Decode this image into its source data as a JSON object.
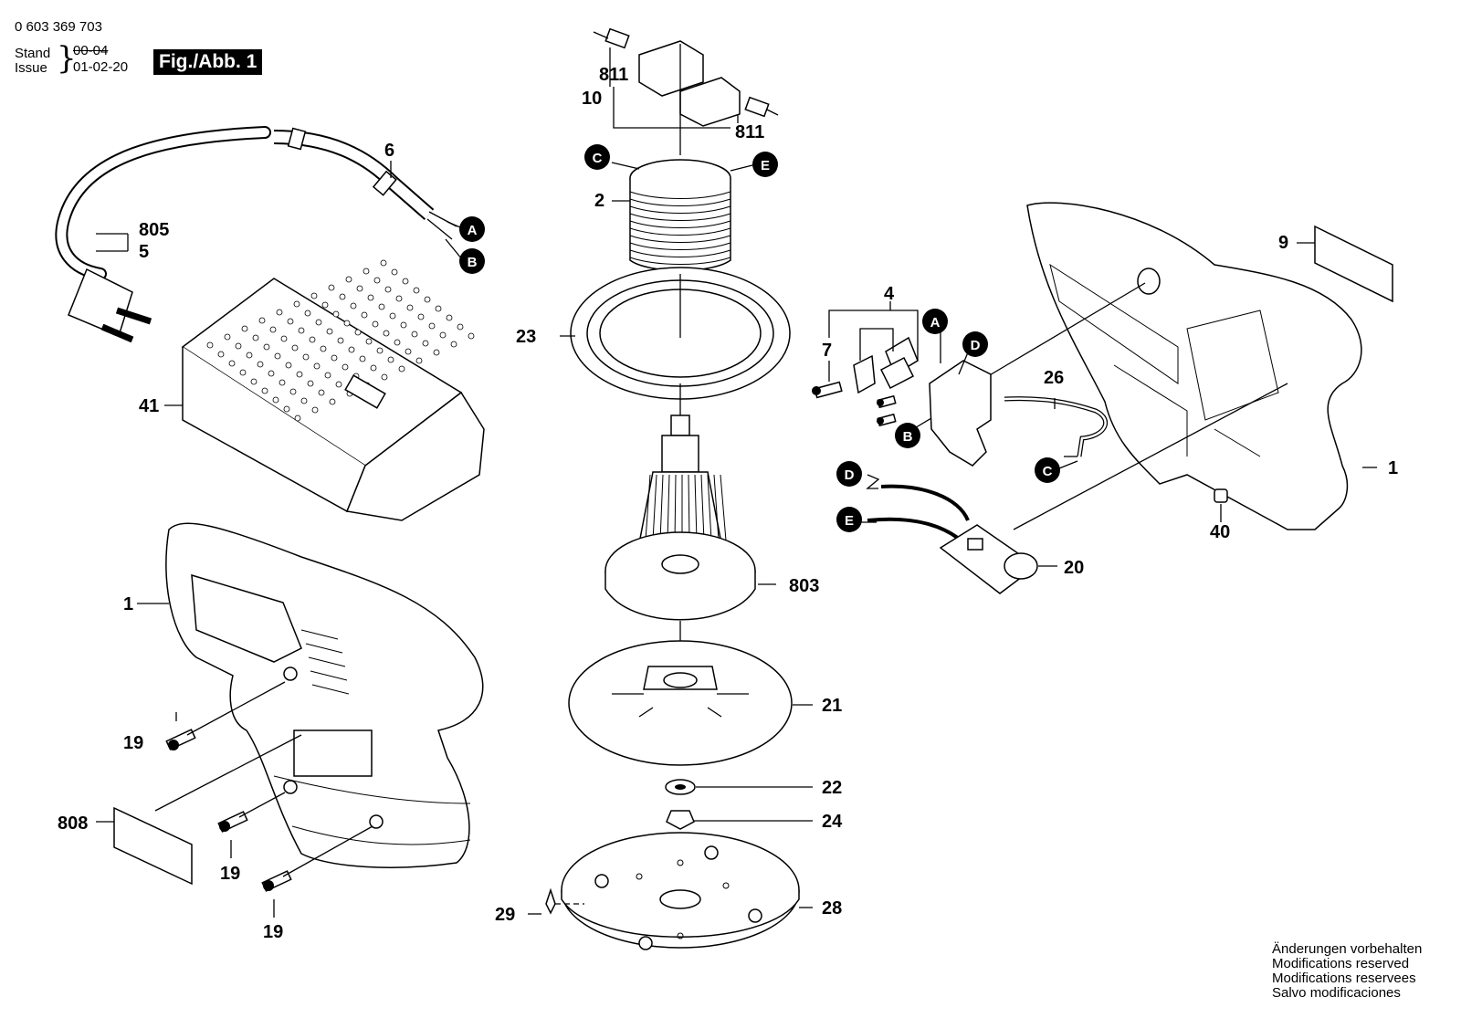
{
  "header": {
    "doc_number": "0 603 369 703",
    "stand_label": "Stand",
    "issue_label": "Issue",
    "stand_date": "00-04",
    "issue_date": "01-02-20",
    "figure_label": "Fig./Abb. 1"
  },
  "notes": [
    "Änderungen vorbehalten",
    "Modifications reserved",
    "Modifications reservees",
    "Salvo modificaciones"
  ],
  "part_labels": {
    "p811a": "811",
    "p811b": "811",
    "p10": "10",
    "p2": "2",
    "p23": "23",
    "p6": "6",
    "p805": "805",
    "p5": "5",
    "p41": "41",
    "p1_left": "1",
    "p19a": "19",
    "p19b": "19",
    "p19c": "19",
    "p808": "808",
    "p803": "803",
    "p21": "21",
    "p22": "22",
    "p24": "24",
    "p28": "28",
    "p29": "29",
    "p9": "9",
    "p4": "4",
    "p7": "7",
    "p26": "26",
    "p1_right": "1",
    "p40": "40",
    "p20": "20"
  },
  "connector_markers": {
    "m_c_top": "C",
    "m_e_top": "E",
    "m_a_cord": "A",
    "m_b_cord": "B",
    "m_a_switch": "A",
    "m_d_switch": "D",
    "m_b_switch": "B",
    "m_c_wire": "C",
    "m_d_pcb": "D",
    "m_e_pcb": "E"
  }
}
